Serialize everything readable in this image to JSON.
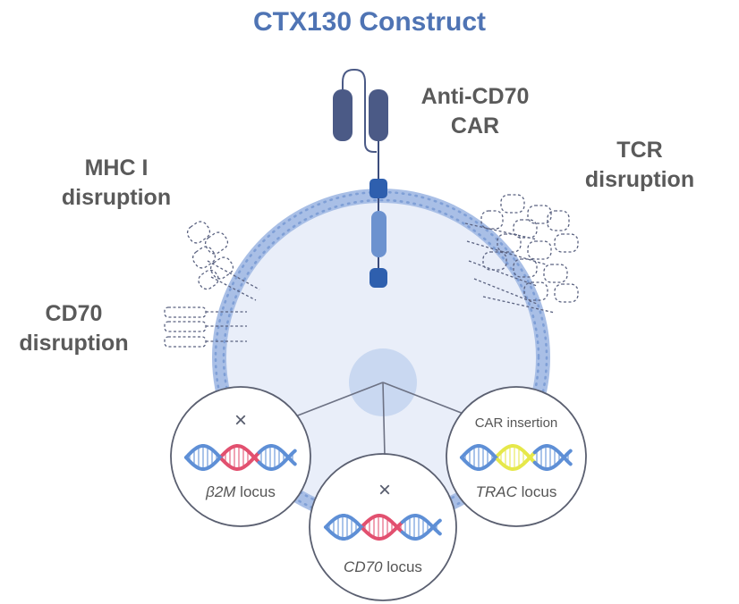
{
  "title": "CTX130 Construct",
  "labels": {
    "car_line1": "Anti-CD70",
    "car_line2": "CAR",
    "tcr_line1": "TCR",
    "tcr_line2": "disruption",
    "mhc_line1": "MHC I",
    "mhc_line2": "disruption",
    "cd70_line1": "CD70",
    "cd70_line2": "disruption"
  },
  "loci": {
    "b2m": {
      "gene": "β2M",
      "suffix": " locus",
      "mark": "×"
    },
    "cd70": {
      "gene": "CD70",
      "suffix": " locus",
      "mark": "×"
    },
    "trac": {
      "gene": "TRAC",
      "suffix": " locus",
      "note": "CAR insertion"
    }
  },
  "colors": {
    "title": "#4f74b4",
    "label": "#5a5a5a",
    "cell_fill": "#e9eef9",
    "membrane": "#a9bfe6",
    "membrane_dots": "#7f9fd6",
    "car_dark": "#4b5a86",
    "car_blue": "#2e5fae",
    "car_mid": "#6c92cf",
    "dna_blue": "#5e8fd6",
    "dna_red": "#e2506f",
    "dna_yellow": "#e6e84a"
  }
}
